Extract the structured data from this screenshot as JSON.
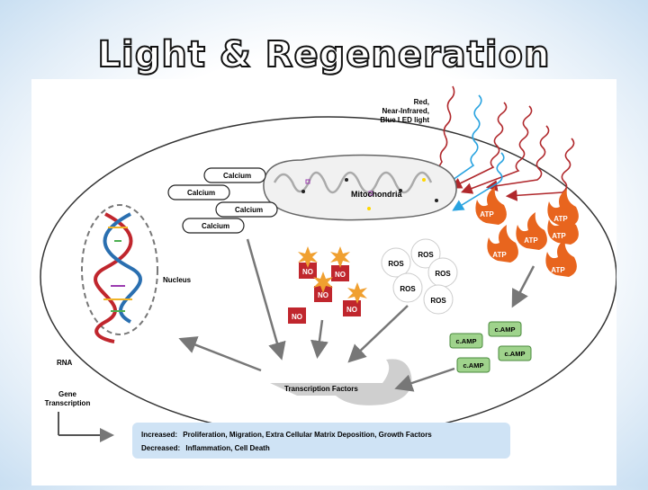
{
  "title": "Light & Regeneration",
  "light_label": [
    "Red,",
    "Near-Infrared,",
    "Blue LED light"
  ],
  "calcium_labels": [
    "Calcium",
    "Calcium",
    "Calcium",
    "Calcium"
  ],
  "mitochondria_label": "Mitochondria",
  "nucleus_label": "Nucleus",
  "atp_labels": [
    "ATP",
    "ATP",
    "ATP",
    "ATP",
    "ATP",
    "ATP"
  ],
  "ros_labels": [
    "ROS",
    "ROS",
    "ROS",
    "ROS",
    "ROS"
  ],
  "no_labels": [
    "NO",
    "NO",
    "NO",
    "NO",
    "NO"
  ],
  "camp_labels": [
    "c.AMP",
    "c.AMP",
    "c.AMP",
    "c.AMP"
  ],
  "rna_label": "RNA",
  "gene_transcription_label": [
    "Gene",
    "Transcription"
  ],
  "transcription_factors_label": "Transcription Factors",
  "outcomes": {
    "increased_label": "Increased:",
    "increased_text": "Proliferation, Migration, Extra Cellular Matrix Deposition, Growth Factors",
    "decreased_label": "Decreased:",
    "decreased_text": "Inflammation, Cell Death"
  },
  "colors": {
    "red_wave": "#b0282c",
    "blue_wave": "#29a3e0",
    "atp_flame": "#e8651e",
    "camp_green": "#9fd38c",
    "outcome_box": "#cfe3f5"
  }
}
